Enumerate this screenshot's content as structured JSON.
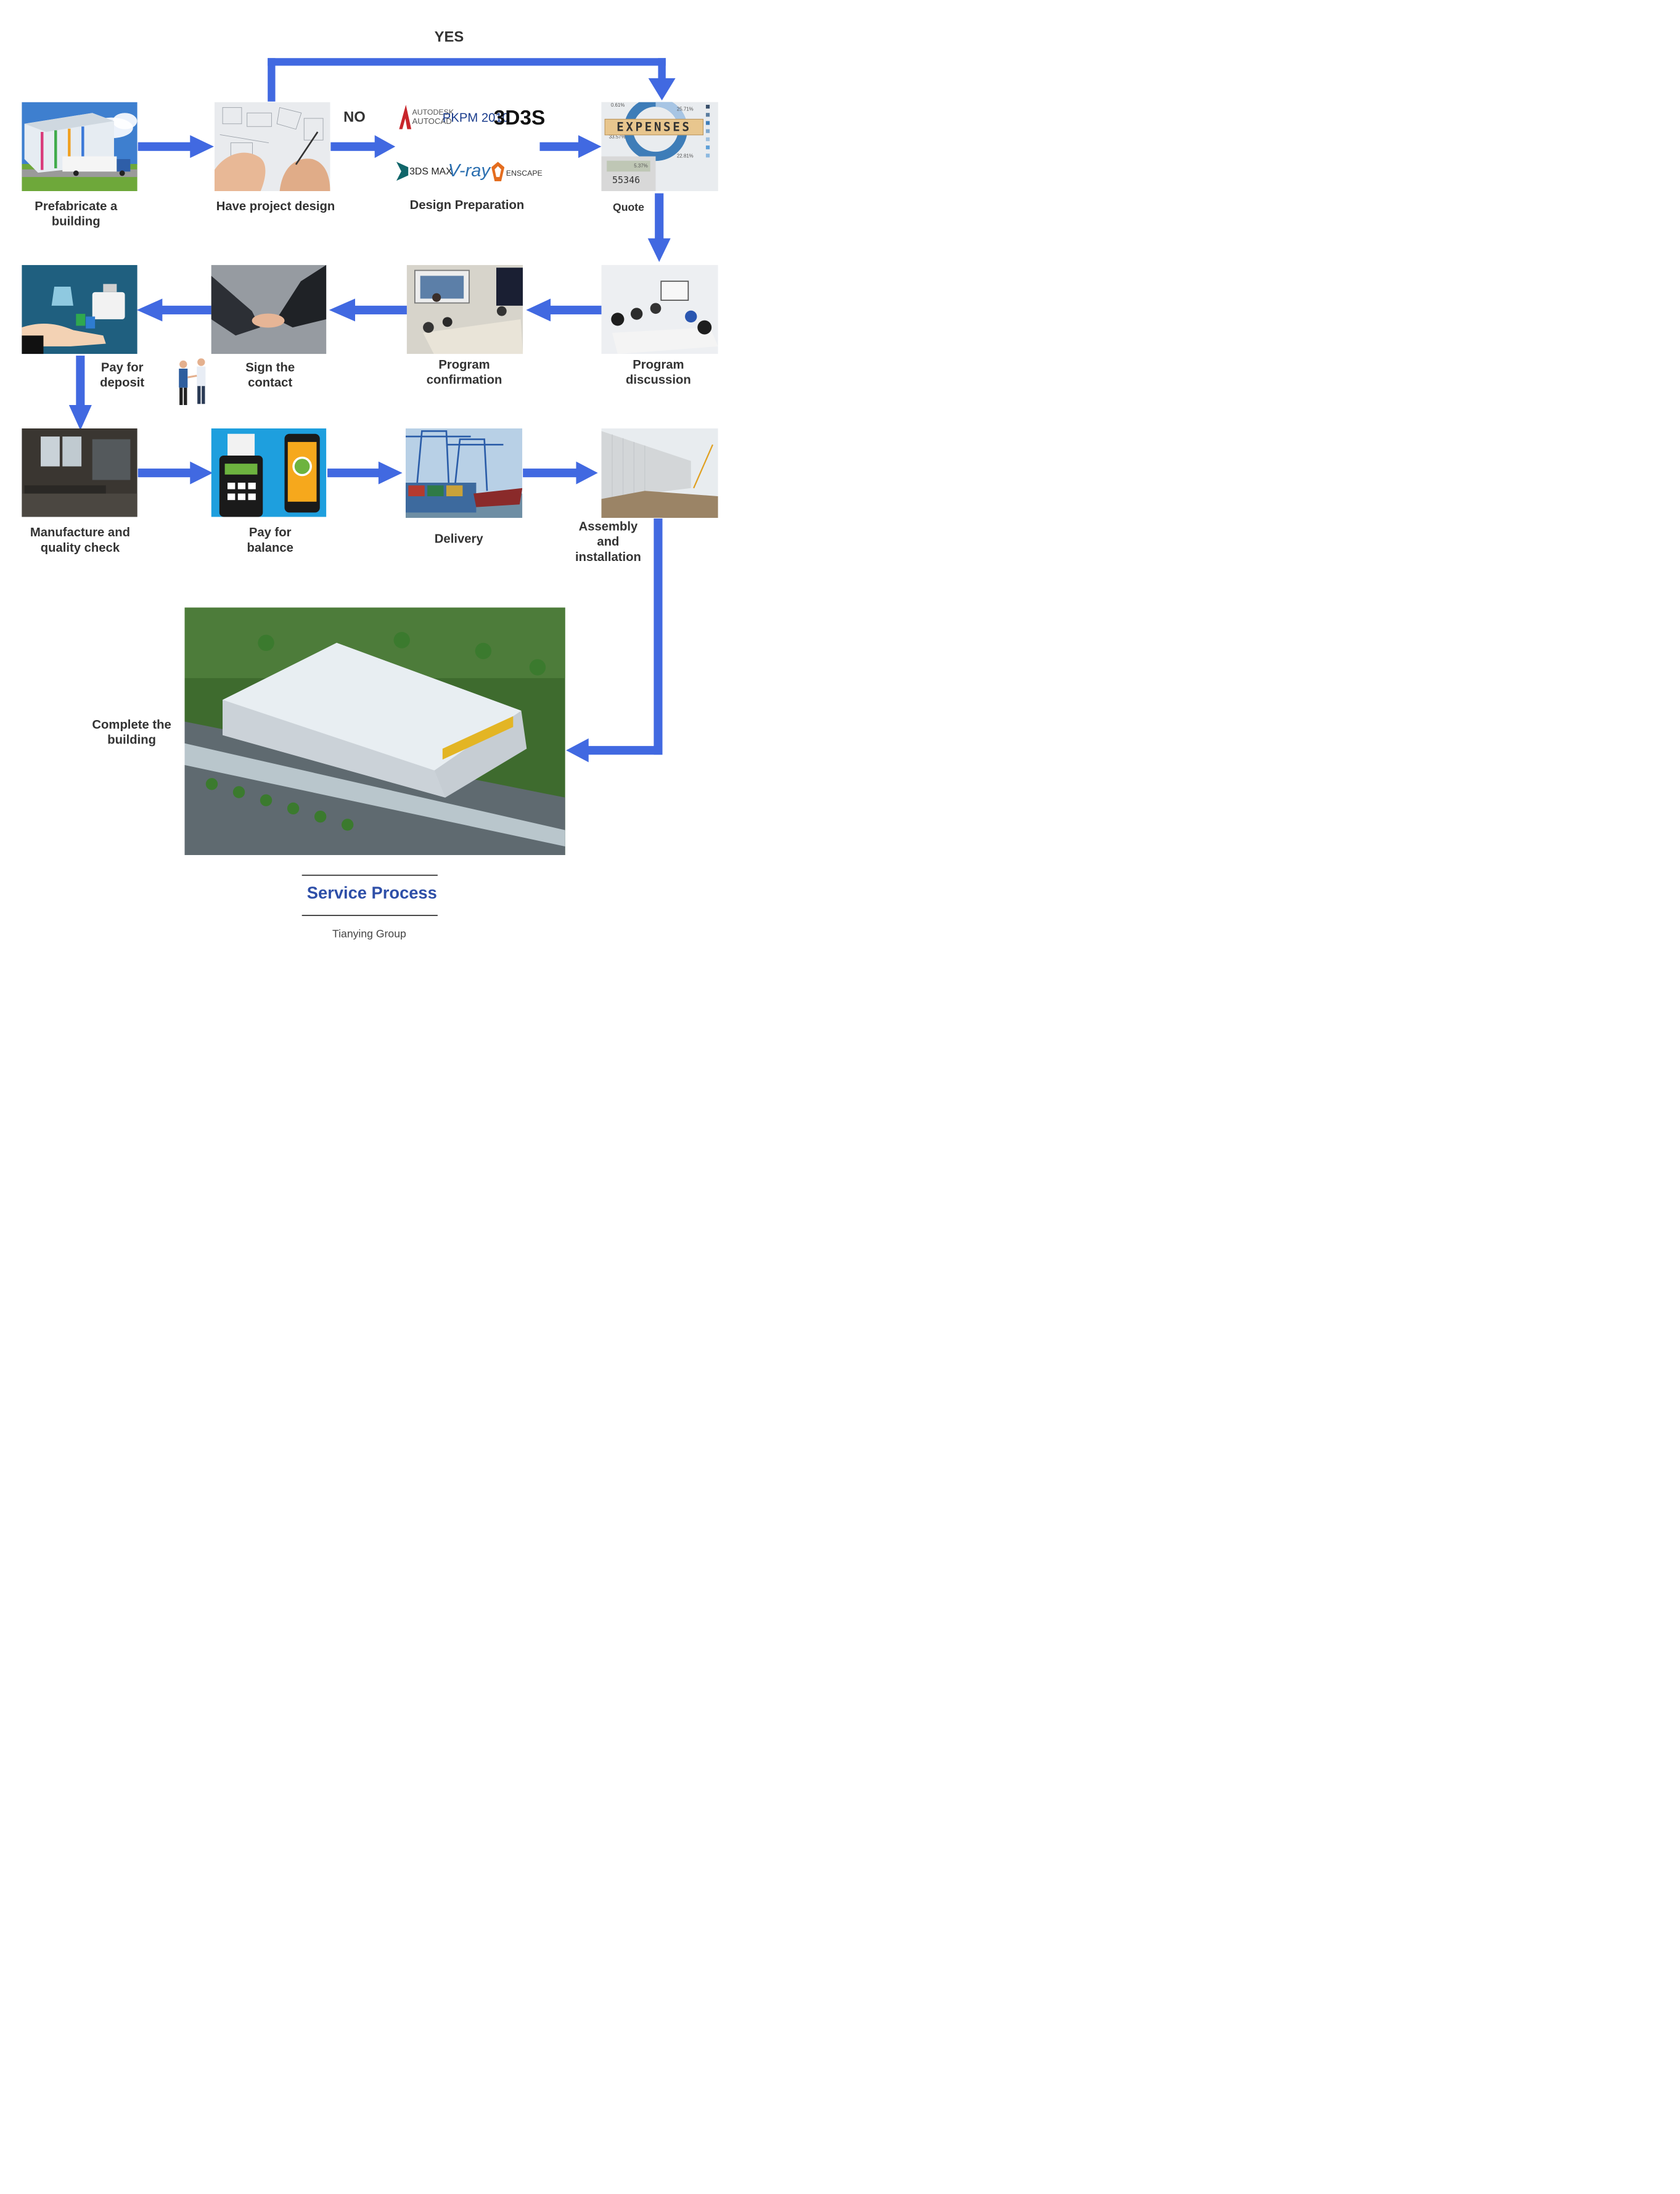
{
  "colors": {
    "arrow": "#4169E1",
    "label_text": "#333333",
    "title": "#2E4FA8"
  },
  "decisions": {
    "yes": "YES",
    "no": "NO"
  },
  "steps": {
    "prefabricate": "Prefabricate a building",
    "project_design": "Have project design",
    "design_preparation": "Design Preparation",
    "quote": "Quote",
    "program_discussion": "Program discussion",
    "program_confirmation": "Program confirmation",
    "sign_contract": "Sign the contact",
    "pay_deposit": "Pay for deposit",
    "manufacture": "Manufacture and quality check",
    "pay_balance": "Pay for balance",
    "delivery": "Delivery",
    "assembly": "Assembly and installation",
    "complete": "Complete the building"
  },
  "software_logos": {
    "autocad_brand": "AUTODESK",
    "autocad_product": "AUTOCAD",
    "pkpm": "PKPM 2010",
    "threed3s": "3D3S",
    "threeds_max": "3DS MAX",
    "vray": "V-ray",
    "enscape": "ENSCAPE"
  },
  "quote_image": {
    "blocks": "EXPENSES",
    "pct_a": "0.61%",
    "pct_b": "25.71%",
    "pct_c": "33.57%",
    "pct_d": "22.81%",
    "pct_e": "5.37%",
    "calc": "55346"
  },
  "footer": {
    "title": "Service Process",
    "subtitle": "Tianying Group"
  }
}
